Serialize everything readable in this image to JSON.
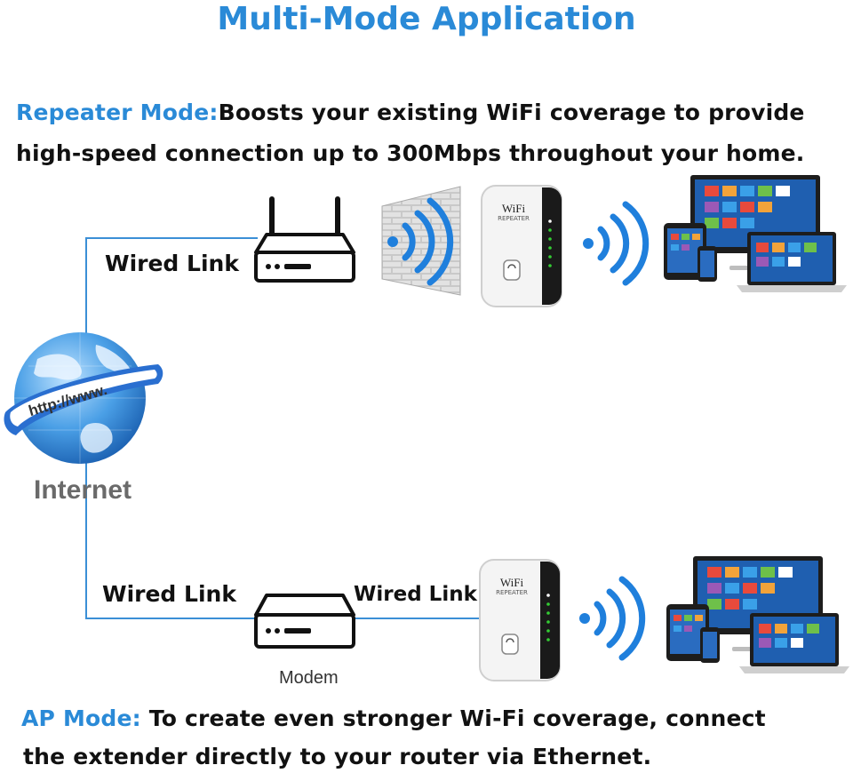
{
  "title": "Multi-Mode Application",
  "repeater": {
    "label": "Repeater Mode:",
    "text_line1": "Boosts your existing WiFi coverage to provide",
    "text_line2": "high-speed connection up to 300Mbps throughout your home.",
    "wired_link": "Wired Link"
  },
  "ap": {
    "label": "AP Mode:",
    "text_line1": "To create even stronger Wi-Fi coverage, connect",
    "text_line2": "the extender directly to your router via Ethernet.",
    "wired_link_left": "Wired Link",
    "wired_link_right": "Wired Link",
    "modem_label": "Modem"
  },
  "internet": {
    "label": "Internet",
    "banner_text": "http://www."
  },
  "device": {
    "brand": "WiFi",
    "sub": "REPEATER"
  },
  "colors": {
    "accent": "#2a8ad7",
    "wire": "#3b8fd6",
    "signal": "#1f7fdc",
    "text": "#111111"
  }
}
